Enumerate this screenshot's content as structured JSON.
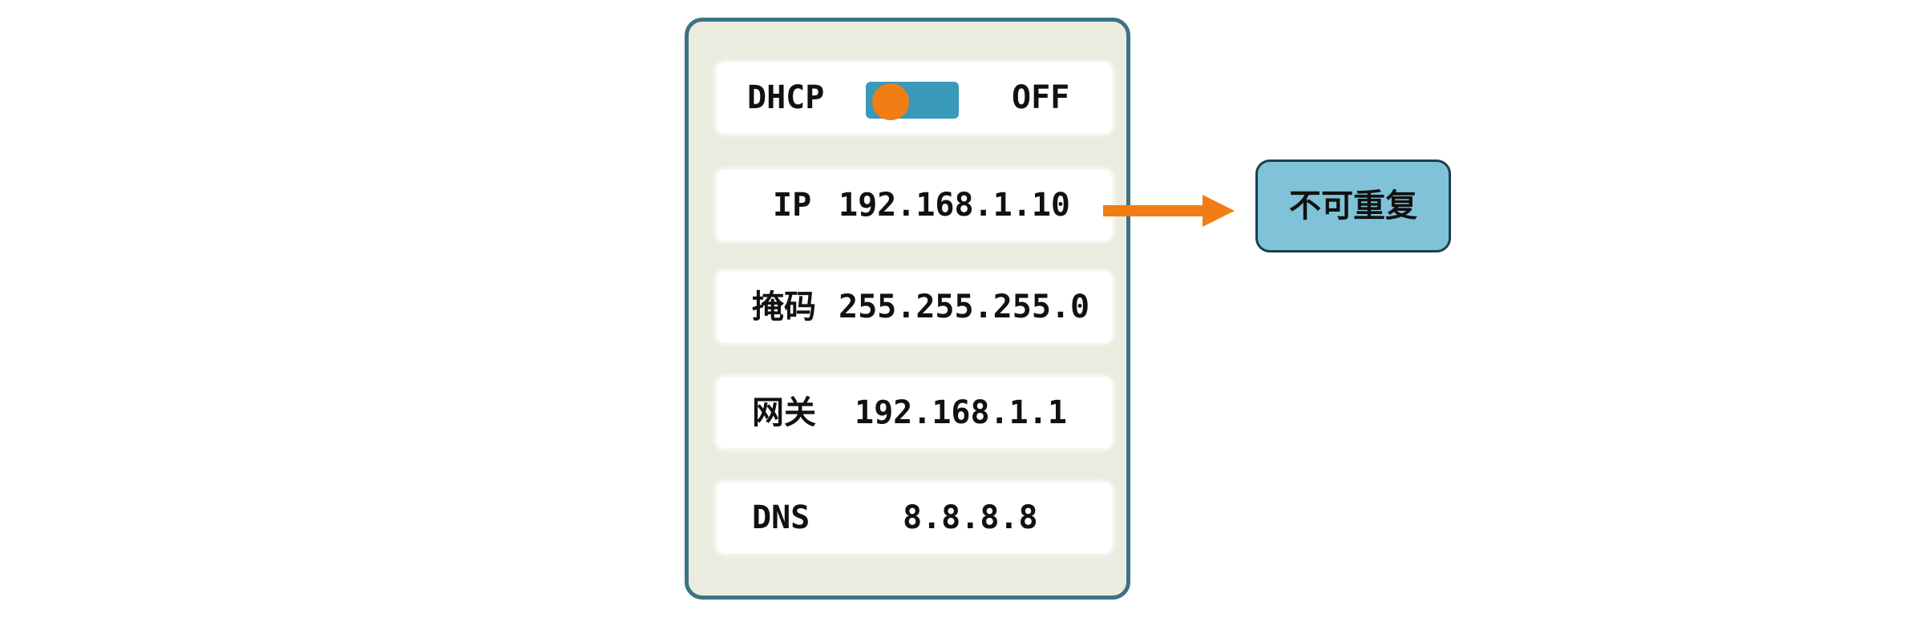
{
  "settings": {
    "dhcp": {
      "label": "DHCP",
      "state_label": "OFF",
      "enabled": false
    },
    "ip": {
      "label": "IP",
      "value": "192.168.1.10"
    },
    "mask": {
      "label": "掩码",
      "value": "255.255.255.0"
    },
    "gateway": {
      "label": "网关",
      "value": "192.168.1.1"
    },
    "dns": {
      "label": "DNS",
      "value": "8.8.8.8"
    }
  },
  "annotation": {
    "note": "不可重复"
  },
  "colors": {
    "panel_background": "#ecebdf",
    "panel_border": "#3c7385",
    "toggle_track": "#3a98b9",
    "toggle_knob": "#f07e14",
    "arrow": "#f07e14",
    "badge_background": "#80c2d8",
    "badge_border": "#1d3e4d"
  }
}
